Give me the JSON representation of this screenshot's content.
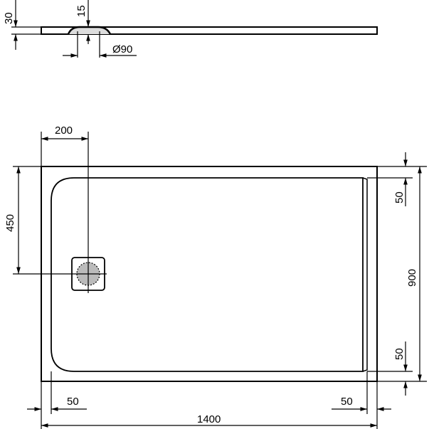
{
  "side_view": {
    "thickness": "30",
    "drain_depth": "15",
    "drain_diameter": "Ø90"
  },
  "plan_view": {
    "drain_offset_x": "200",
    "drain_offset_y": "450",
    "width": "1400",
    "depth": "900",
    "rim_top": "50",
    "rim_bottom": "50",
    "rim_left": "50",
    "rim_right": "50"
  },
  "colors": {
    "line": "#000000",
    "background": "#ffffff"
  }
}
